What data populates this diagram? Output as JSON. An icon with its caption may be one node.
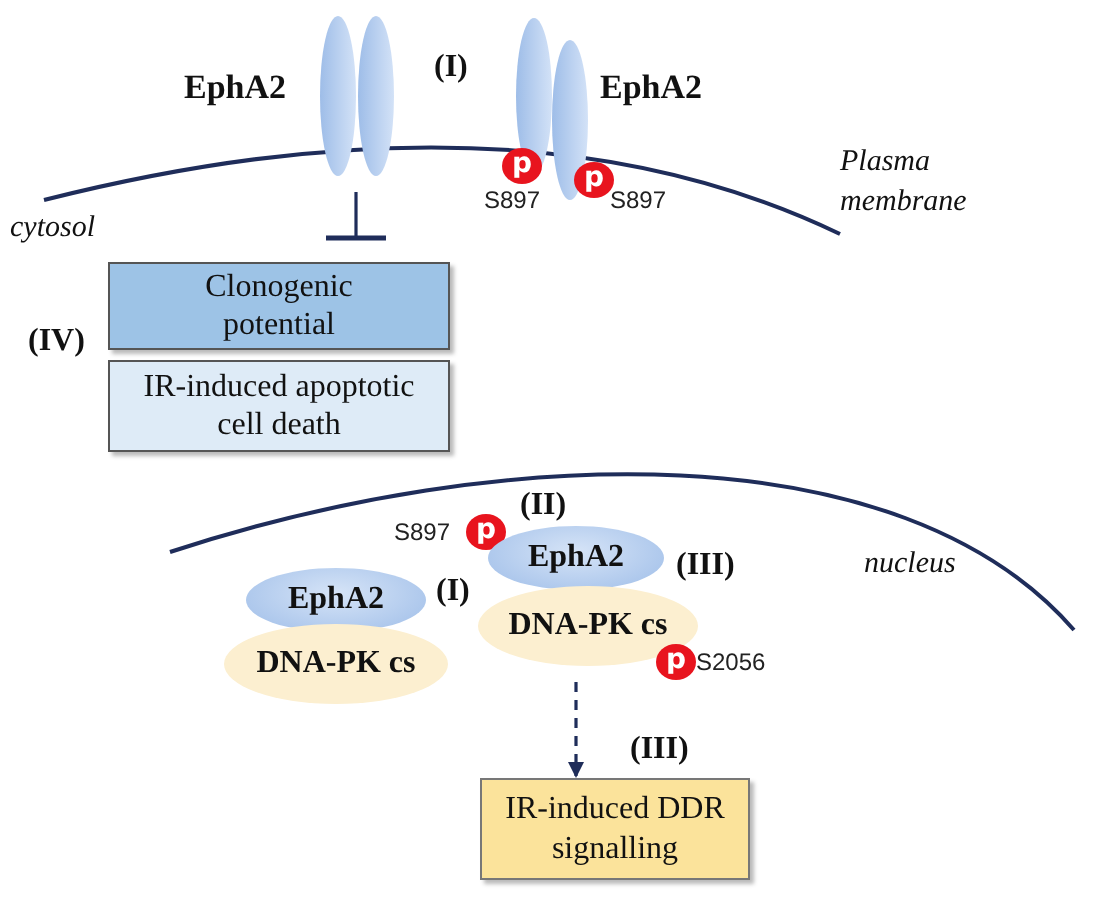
{
  "diagram": {
    "nodes": [
      {
        "text": [
          "EphA2"
        ]
      },
      {
        "text": [
          "EphA2"
        ]
      },
      {
        "text": [
          "p"
        ],
        "beside": [
          "S897"
        ],
        "in": 1
      },
      {
        "text": [
          "p"
        ],
        "beside": [
          "S897"
        ],
        "in": 1
      },
      {
        "text": [
          "Clonogenic potential"
        ]
      },
      {
        "text": [
          "IR-induced apoptotic cell death"
        ]
      },
      {
        "text": [
          "EphA2"
        ]
      },
      {
        "text": [
          "DNA-PK cs"
        ]
      },
      {
        "text": [
          "p"
        ],
        "beside": [
          "S897"
        ]
      },
      {
        "text": [
          "EphA2"
        ]
      },
      {
        "text": [
          "DNA-PK cs"
        ]
      },
      {
        "text": [
          "p"
        ],
        "beside": [
          "S2056"
        ]
      },
      {
        "text": [
          "IR-induced DDR signalling"
        ]
      }
    ],
    "edges": [
      {
        "from": 0,
        "to": 4,
        "arrow": "other"
      },
      {
        "from": 10,
        "to": 12,
        "arrow": "to",
        "style": "dashed"
      }
    ],
    "labels": [
      "(I)",
      "Plasma membrane",
      "cytosol",
      "(IV)",
      "(II)",
      "(III)",
      "nucleus",
      "(I)",
      "(III)"
    ]
  }
}
